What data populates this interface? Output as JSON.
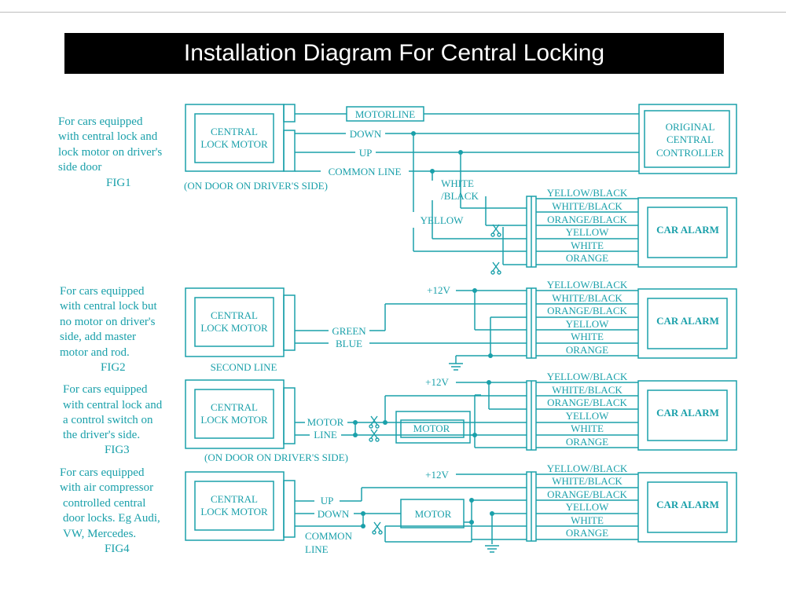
{
  "title": "Installation Diagram For Central Locking",
  "colors": {
    "line": "#1aa0aa",
    "banner_bg": "#000000",
    "banner_text": "#ffffff"
  },
  "icons": {
    "cut": "scissors-icon",
    "ground": "ground-icon"
  },
  "alarm_wires": [
    "YELLOW/BLACK",
    "WHITE/BLACK",
    "ORANGE/BLACK",
    "YELLOW",
    "WHITE",
    "ORANGE"
  ],
  "car_alarm": "CAR ALARM",
  "central_lock_motor": [
    "CENTRAL",
    "LOCK MOTOR"
  ],
  "plus12": "+12V",
  "motor": "MOTOR",
  "fig1": {
    "desc": [
      "For cars equipped",
      "with central lock and",
      "lock motor on driver's",
      "side door"
    ],
    "id": "FIG1",
    "motorline": "MOTORLINE",
    "down": "DOWN",
    "up": "UP",
    "common_line": "COMMON LINE",
    "door_note": "(ON DOOR ON DRIVER'S SIDE)",
    "controller": [
      "ORIGINAL",
      "CENTRAL",
      "CONTROLLER"
    ],
    "white_black": [
      "WHITE",
      "/BLACK"
    ],
    "yellow": "YELLOW"
  },
  "fig2": {
    "desc": [
      "For cars equipped",
      "with central lock but",
      "no motor on driver's",
      "side, add master",
      "motor and rod."
    ],
    "id": "FIG2",
    "green": "GREEN",
    "blue": "BLUE",
    "second_line": "SECOND LINE"
  },
  "fig3": {
    "desc": [
      "For cars equipped",
      "with central lock and",
      "a control switch on",
      "the driver's side."
    ],
    "id": "FIG3",
    "motor_line": [
      "MOTOR",
      "LINE"
    ],
    "door_note": "(ON DOOR ON DRIVER'S SIDE)"
  },
  "fig4": {
    "desc": [
      "For cars equipped",
      "with air compressor",
      "controlled central",
      "door locks. Eg Audi,",
      "VW, Mercedes."
    ],
    "id": "FIG4",
    "up": "UP",
    "down": "DOWN",
    "common_line": [
      "COMMON",
      "LINE"
    ]
  }
}
